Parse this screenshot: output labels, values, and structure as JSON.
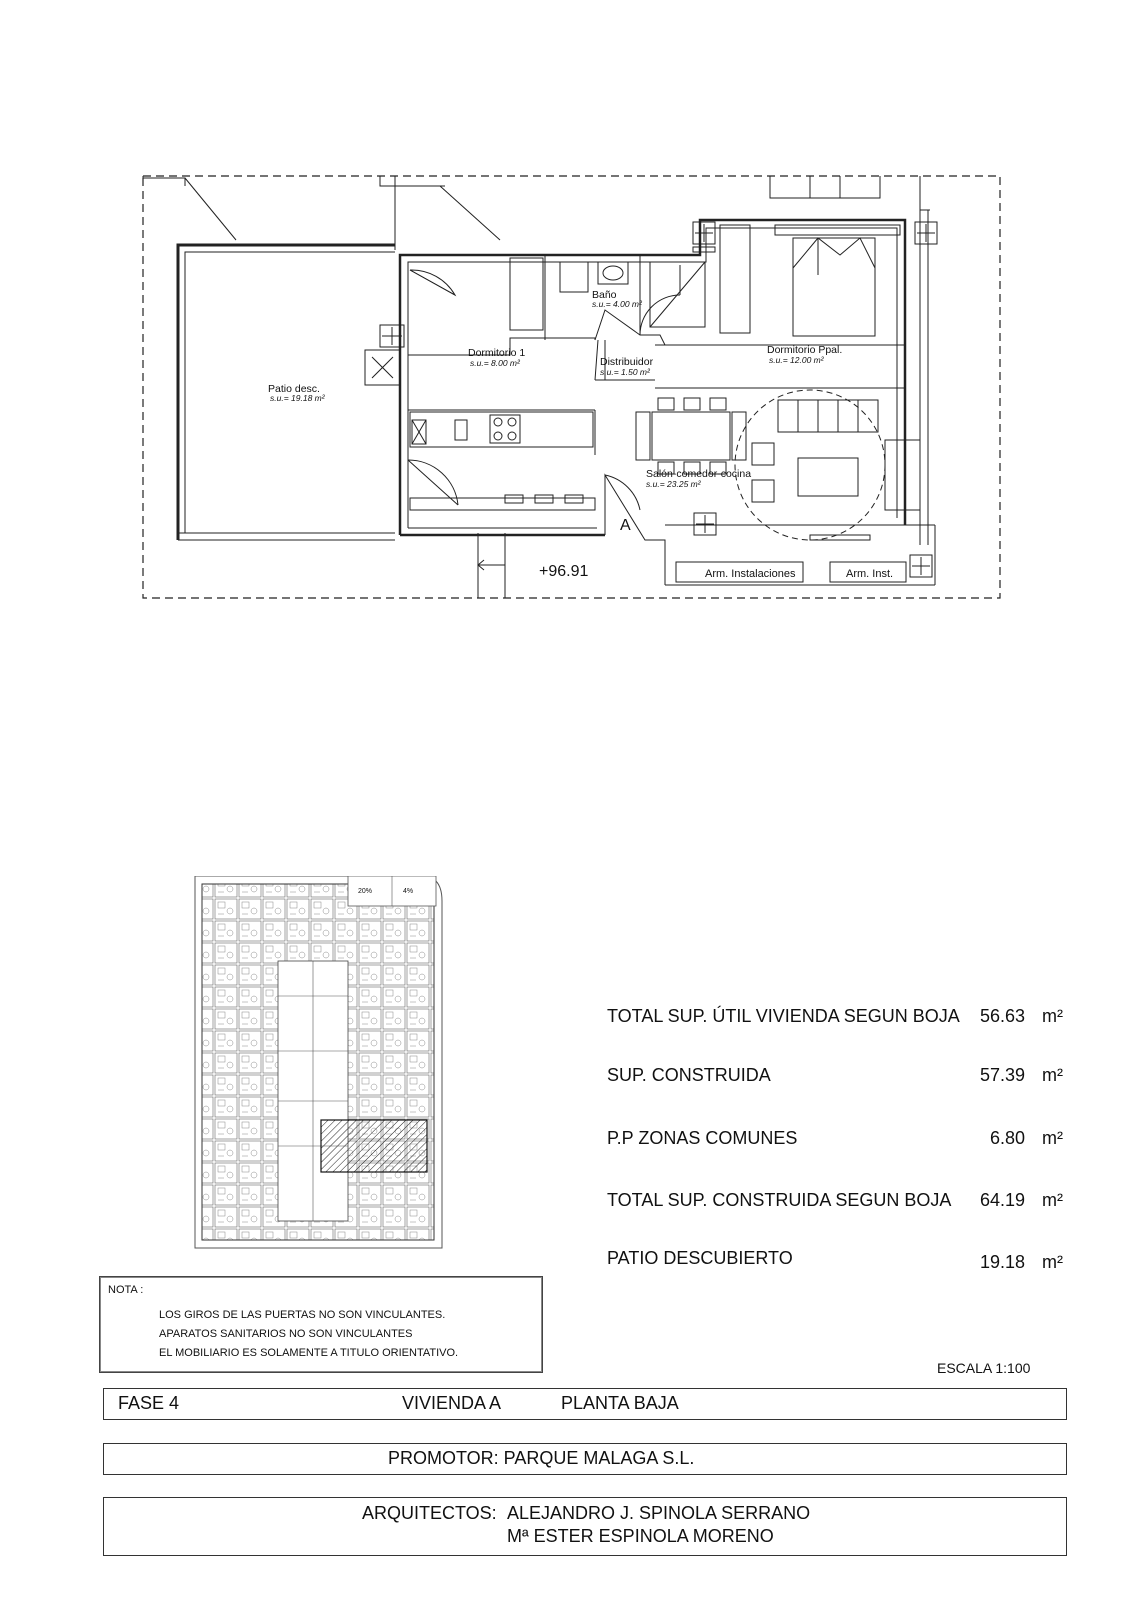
{
  "floor_plan": {
    "rooms": [
      {
        "name": "Patio desc.",
        "area": "s.u.= 19.18 m²"
      },
      {
        "name": "Dormitorio 1",
        "area": "s.u.= 8.00 m²"
      },
      {
        "name": "Baño",
        "area": "s.u.= 4.00 m²"
      },
      {
        "name": "Distribuidor",
        "area": "s.u.= 1.50 m²"
      },
      {
        "name": "Dormitorio Ppal.",
        "area": "s.u.= 12.00 m²"
      },
      {
        "name": "Salón-comedor-cocina",
        "area": "s.u.= 23.25 m²"
      }
    ],
    "entrance_label": "A",
    "level": "+96.91",
    "storage": [
      "Arm. Instalaciones",
      "Arm. Inst."
    ]
  },
  "site_plan": {
    "ramp_labels": [
      "20%",
      "4%"
    ]
  },
  "summary": [
    {
      "label": "TOTAL SUP. ÚTIL VIVIENDA SEGUN BOJA",
      "value": "56.63",
      "unit": "m²"
    },
    {
      "label": "SUP. CONSTRUIDA",
      "value": "57.39",
      "unit": "m²"
    },
    {
      "label": "P.P ZONAS COMUNES",
      "value": "6.80",
      "unit": "m²"
    },
    {
      "label": "TOTAL SUP. CONSTRUIDA SEGUN BOJA",
      "value": "64.19",
      "unit": "m²"
    },
    {
      "label": "PATIO DESCUBIERTO",
      "value": "19.18",
      "unit": "m²"
    }
  ],
  "nota": {
    "title": "NOTA :",
    "lines": [
      "LOS GIROS DE LAS PUERTAS NO SON VINCULANTES.",
      "APARATOS SANITARIOS NO SON VINCULANTES",
      "EL MOBILIARIO ES SOLAMENTE A TITULO ORIENTATIVO."
    ]
  },
  "escala": "ESCALA 1:100",
  "title_block": {
    "fase": "FASE 4",
    "vivienda": "VIVIENDA A",
    "planta": "PLANTA BAJA",
    "promotor": "PROMOTOR: PARQUE MALAGA S.L.",
    "arquitectos_label": "ARQUITECTOS:",
    "arquitecto_1": "ALEJANDRO J. SPINOLA SERRANO",
    "arquitecto_2": "Mª ESTER ESPINOLA MORENO"
  }
}
